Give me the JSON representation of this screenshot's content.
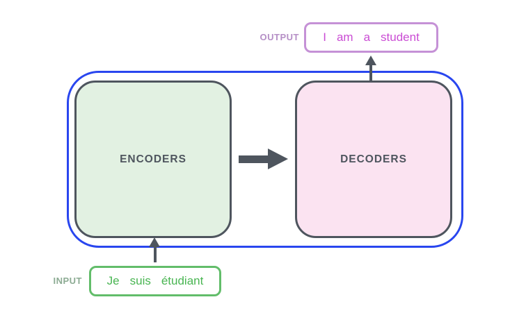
{
  "diagram": {
    "title": "transformer-encoder-decoder-overview",
    "output": {
      "label": "OUTPUT",
      "tokens": [
        "I",
        "am",
        "a",
        "student"
      ]
    },
    "input": {
      "label": "INPUT",
      "tokens": [
        "Je",
        "suis",
        "étudiant"
      ]
    },
    "encoder_block": {
      "label": "ENCODERS"
    },
    "decoder_block": {
      "label": "DECODERS"
    }
  },
  "colors": {
    "outer_border": "#2946ef",
    "block_border": "#4e555e",
    "arrow": "#4e555e",
    "encoders_fill": "#e2f1e2",
    "decoders_fill": "#fbe3f1",
    "output_box_border": "#c591d6",
    "output_text": "#ca4cd4",
    "output_label": "#b58fc6",
    "input_box_border": "#62bd6a",
    "input_text": "#49b552",
    "input_label": "#8cab93",
    "background": "#ffffff"
  }
}
